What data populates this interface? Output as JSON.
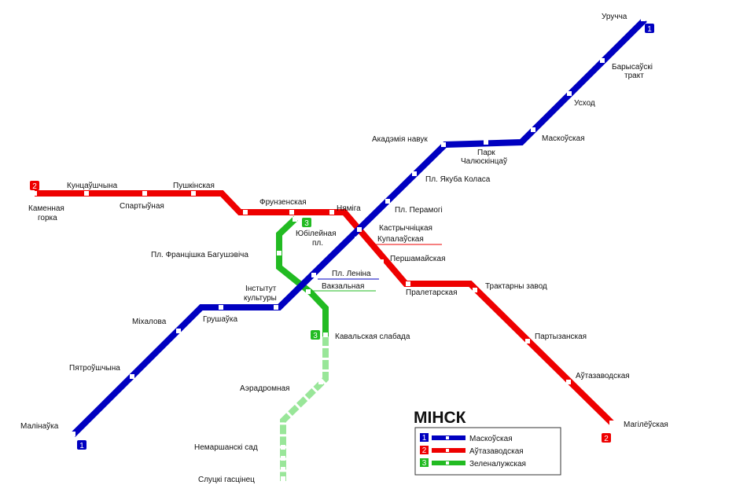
{
  "title": "МІНСК",
  "colors": {
    "line1": "#0000c0",
    "line2": "#ee0000",
    "line3": "#22bb22",
    "line3_planned": "#99e699",
    "background": "#ffffff"
  },
  "lines": [
    {
      "id": "1",
      "name": "Маскоўская",
      "color": "#0000c0"
    },
    {
      "id": "2",
      "name": "Аўтазаводская",
      "color": "#ee0000"
    },
    {
      "id": "3",
      "name": "Зеленалужская",
      "color": "#22bb22"
    }
  ],
  "legend": {
    "items": [
      {
        "num": "1",
        "name": "Маскоўская"
      },
      {
        "num": "2",
        "name": "Аўтазаводская"
      },
      {
        "num": "3",
        "name": "Зеленалужская"
      }
    ]
  },
  "stations": {
    "uruchcha": "Уручча",
    "barysauski_1": "Барысаўскі",
    "barysauski_2": "тракт",
    "uskhod": "Усход",
    "maskouskaya": "Маскоўская",
    "park_1": "Парк",
    "park_2": "Чалюскінцаў",
    "akademiya": "Акадэмія навук",
    "yakuba": "Пл. Якуба Коласа",
    "peramogi": "Пл. Перамогі",
    "kastrychnitskaya": "Кастрычніцкая",
    "kupalauskaya": "Купалаўская",
    "lenina": "Пл. Леніна",
    "vakzalnaya": "Вакзальная",
    "instytut_1": "Інстытут",
    "instytut_2": "культуры",
    "grushauka": "Грушаўка",
    "mikhalova": "Міхалова",
    "pyatroushchyna": "Пятроўшчына",
    "malinauka": "Малінаўка",
    "kamennaya_1": "Каменная",
    "kamennaya_2": "горка",
    "kuntsaushchyna": "Кунцаўшчына",
    "spartyunaya": "Спартыўная",
    "pushkinskaya": "Пушкінская",
    "frunzenskaya": "Фрунзенская",
    "nyamiga": "Няміга",
    "pershamayskaya": "Першамайская",
    "praletarskaya": "Пралетарская",
    "traktarny": "Трактарны завод",
    "partyzanskaya": "Партызанская",
    "autazavodskaya": "Аўтазаводская",
    "magileuskaya": "Магілёўская",
    "yubileynaya_1": "Юбілейная",
    "yubileynaya_2": "пл.",
    "bagushevicha": "Пл. Францішка Багушэвіча",
    "kavalskaya": "Кавальская слабада",
    "aerodromnaya": "Аэрадромная",
    "nemarshanski": "Немаршанскі сад",
    "slutski": "Слуцкі гасцінец"
  },
  "badges": {
    "line1": "1",
    "line2": "2",
    "line3": "3"
  }
}
